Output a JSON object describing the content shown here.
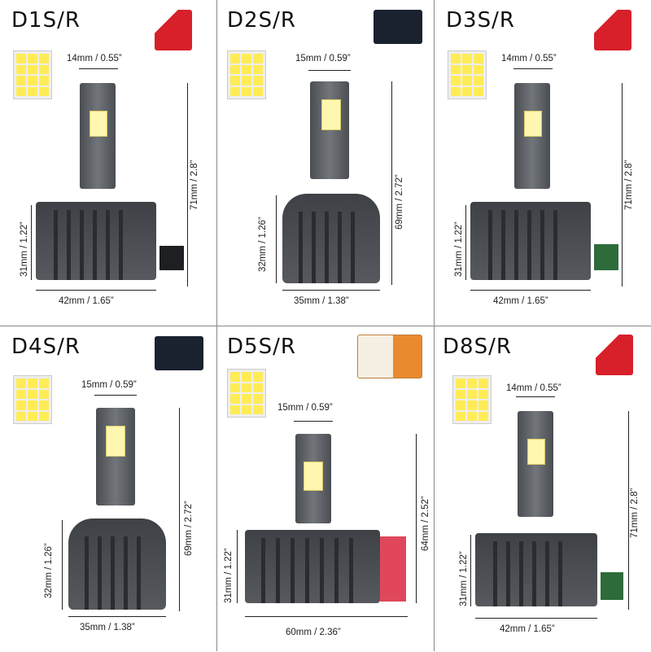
{
  "panels": [
    {
      "title": "D1S/R",
      "top_dim": "14mm / 0.55”",
      "side_dim": "71mm / 2.8”",
      "base_dim": "31mm / 1.22”",
      "width_dim": "42mm / 1.65”",
      "box": "red-box-icon"
    },
    {
      "title": "D2S/R",
      "top_dim": "15mm / 0.59”",
      "side_dim": "69mm / 2.72”",
      "base_dim": "32mm / 1.26”",
      "width_dim": "35mm / 1.38”",
      "box": "dark-box-icon"
    },
    {
      "title": "D3S/R",
      "top_dim": "14mm / 0.55”",
      "side_dim": "71mm / 2.8”",
      "base_dim": "31mm / 1.22”",
      "width_dim": "42mm / 1.65”",
      "box": "red-box-icon"
    },
    {
      "title": "D4S/R",
      "top_dim": "15mm / 0.59”",
      "side_dim": "69mm / 2.72”",
      "base_dim": "32mm / 1.26”",
      "width_dim": "35mm / 1.38”",
      "box": "dark-box-icon"
    },
    {
      "title": "D5S/R",
      "top_dim": "15mm / 0.59”",
      "side_dim": "64mm / 2.52”",
      "base_dim": "31mm / 1.22”",
      "width_dim": "60mm / 2.36”",
      "box": "orange-box-icon"
    },
    {
      "title": "D8S/R",
      "top_dim": "14mm / 0.55”",
      "side_dim": "71mm / 2.8”",
      "base_dim": "31mm / 1.22”",
      "width_dim": "42mm / 1.65”",
      "box": "red-box-icon"
    }
  ],
  "colors": {
    "chip": "#ffec55",
    "bulb": "#55585d",
    "red_box": "#d7202a",
    "dark_box": "#1a2230",
    "orange_box": "#e98a2e",
    "connector_green": "#2d6b3a",
    "connector_red": "#e0475a"
  }
}
